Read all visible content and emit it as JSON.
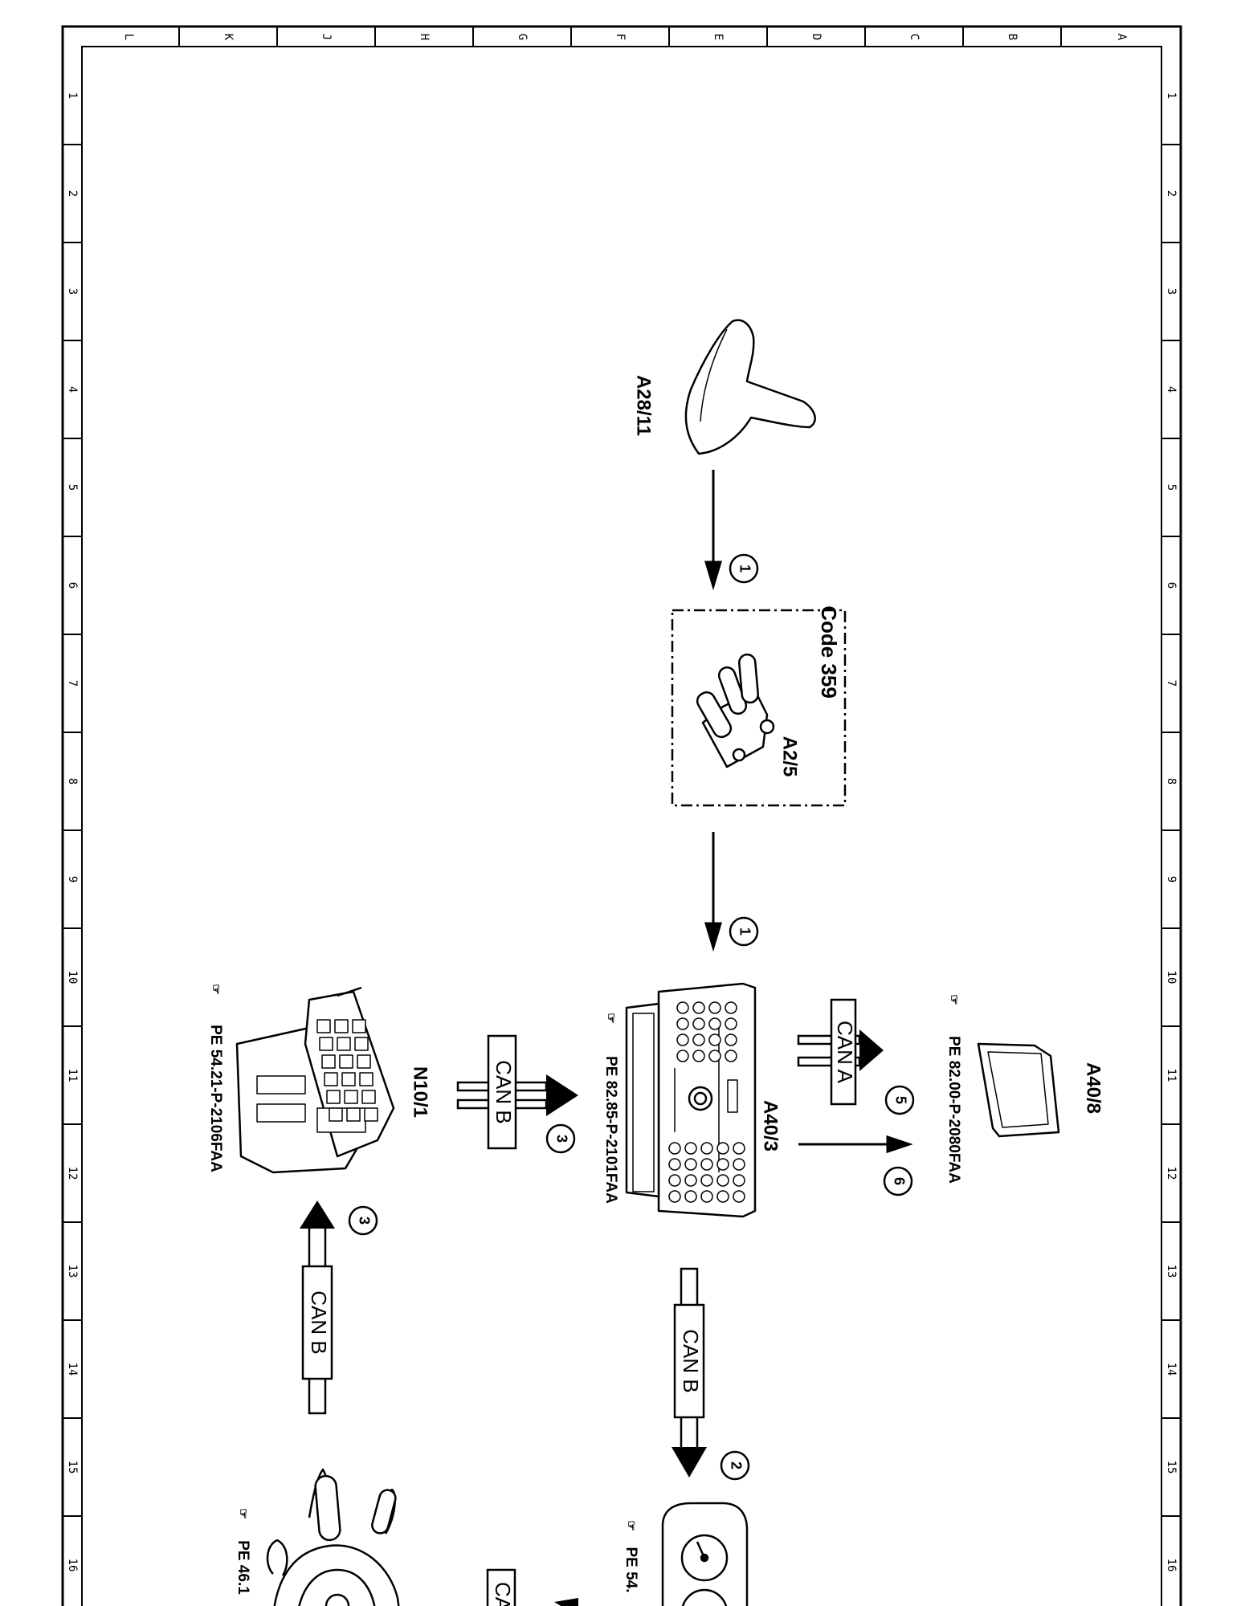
{
  "frame": {
    "column_labels": [
      "L",
      "K",
      "J",
      "H",
      "G",
      "F",
      "E",
      "D",
      "C",
      "B",
      "A"
    ],
    "row_labels": [
      "1",
      "2",
      "3",
      "4",
      "5",
      "6",
      "7",
      "8",
      "9",
      "10",
      "11",
      "12",
      "13",
      "14",
      "15",
      "16"
    ]
  },
  "components": {
    "antenna": {
      "label": "A28/11"
    },
    "code_box": {
      "code_label": "Code 359",
      "component_label": "A2/5"
    },
    "head_unit": {
      "label": "A40/3",
      "ref": "PE 82.85-P-2101FAA"
    },
    "display": {
      "label": "A40/8",
      "ref": "PE 82.00-P-2080FAA"
    },
    "module_n10": {
      "label": "N10/1",
      "ref": "PE 54.21-P-2106FAA"
    },
    "cluster": {
      "ref": "PE 54."
    },
    "switch_group": {
      "ref": "PE 46.1"
    }
  },
  "connections": {
    "antenna_to_code_num": "1",
    "code_to_head_num": "1",
    "n10_to_head": {
      "bus": "CAN B",
      "num": "3"
    },
    "head_to_display": {
      "bus": "CAN A",
      "num": "5"
    },
    "head_to_display_plain_num": "6",
    "switch_to_n10": {
      "bus": "CAN B",
      "num": "3"
    },
    "head_to_cluster": {
      "bus": "CAN B",
      "num": "2"
    },
    "bottom_partial_bus": "CA"
  }
}
